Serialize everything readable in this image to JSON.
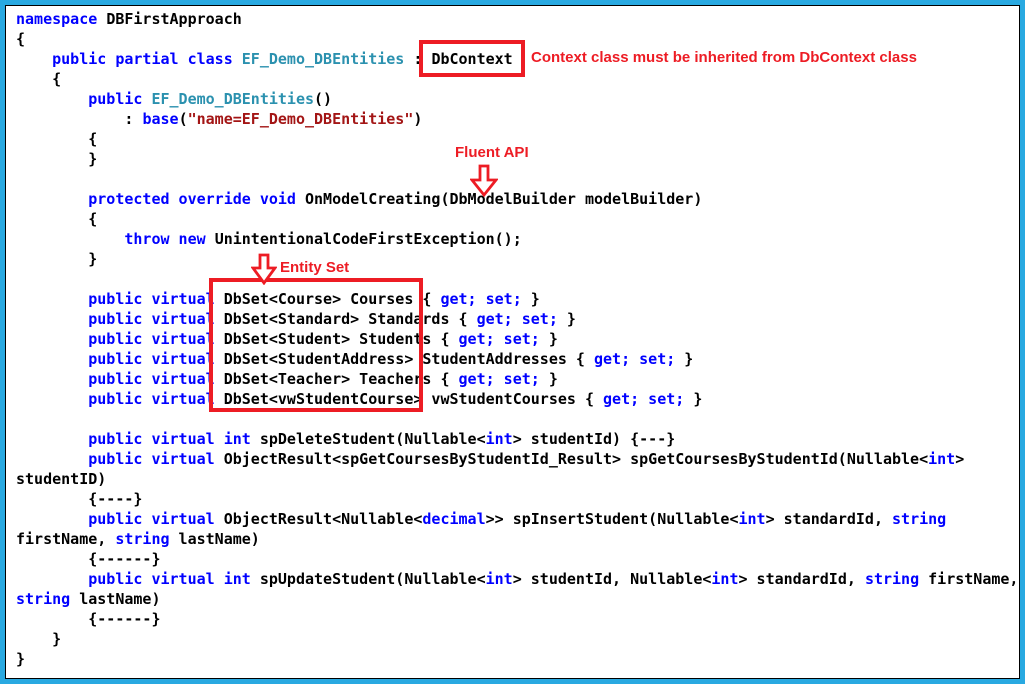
{
  "colors": {
    "frame_border": "#29a9e1",
    "keyword_blue": "#0000ff",
    "user_type_teal": "#2b91af",
    "string_darkred": "#a31515",
    "plain_black": "#000000",
    "annotation_red": "#ed1c24"
  },
  "annotations": {
    "dbcontext_note": "Context class must be inherited from DbContext class",
    "fluent_api_label": "Fluent API",
    "entity_set_label": "Entity Set"
  },
  "code": {
    "language": "csharp",
    "lines": [
      [
        {
          "t": "namespace ",
          "c": "k"
        },
        {
          "t": "DBFirstApproach",
          "c": "p"
        }
      ],
      [
        {
          "t": "{",
          "c": "p"
        }
      ],
      [
        {
          "t": "    ",
          "c": "p"
        },
        {
          "t": "public partial class ",
          "c": "k"
        },
        {
          "t": "EF_Demo_DBEntities",
          "c": "t"
        },
        {
          "t": " : ",
          "c": "p"
        },
        {
          "t": "DbContext",
          "c": "p"
        }
      ],
      [
        {
          "t": "    {",
          "c": "p"
        }
      ],
      [
        {
          "t": "        ",
          "c": "p"
        },
        {
          "t": "public ",
          "c": "k"
        },
        {
          "t": "EF_Demo_DBEntities",
          "c": "t"
        },
        {
          "t": "()",
          "c": "p"
        }
      ],
      [
        {
          "t": "            : ",
          "c": "p"
        },
        {
          "t": "base",
          "c": "k"
        },
        {
          "t": "(",
          "c": "p"
        },
        {
          "t": "\"name=EF_Demo_DBEntities\"",
          "c": "s"
        },
        {
          "t": ")",
          "c": "p"
        }
      ],
      [
        {
          "t": "        {",
          "c": "p"
        }
      ],
      [
        {
          "t": "        }",
          "c": "p"
        }
      ],
      [],
      [
        {
          "t": "        ",
          "c": "p"
        },
        {
          "t": "protected override void ",
          "c": "k"
        },
        {
          "t": "OnModelCreating(DbModelBuilder modelBuilder)",
          "c": "p"
        }
      ],
      [
        {
          "t": "        {",
          "c": "p"
        }
      ],
      [
        {
          "t": "            ",
          "c": "p"
        },
        {
          "t": "throw new ",
          "c": "k"
        },
        {
          "t": "UnintentionalCodeFirstException();",
          "c": "p"
        }
      ],
      [
        {
          "t": "        }",
          "c": "p"
        }
      ],
      [],
      [
        {
          "t": "        ",
          "c": "p"
        },
        {
          "t": "public virtual ",
          "c": "k"
        },
        {
          "t": "DbSet<Course> Courses { ",
          "c": "p"
        },
        {
          "t": "get; set;",
          "c": "k"
        },
        {
          "t": " }",
          "c": "p"
        }
      ],
      [
        {
          "t": "        ",
          "c": "p"
        },
        {
          "t": "public virtual ",
          "c": "k"
        },
        {
          "t": "DbSet<Standard> Standards { ",
          "c": "p"
        },
        {
          "t": "get; set;",
          "c": "k"
        },
        {
          "t": " }",
          "c": "p"
        }
      ],
      [
        {
          "t": "        ",
          "c": "p"
        },
        {
          "t": "public virtual ",
          "c": "k"
        },
        {
          "t": "DbSet<Student> Students { ",
          "c": "p"
        },
        {
          "t": "get; set;",
          "c": "k"
        },
        {
          "t": " }",
          "c": "p"
        }
      ],
      [
        {
          "t": "        ",
          "c": "p"
        },
        {
          "t": "public virtual ",
          "c": "k"
        },
        {
          "t": "DbSet<StudentAddress> StudentAddresses { ",
          "c": "p"
        },
        {
          "t": "get; set;",
          "c": "k"
        },
        {
          "t": " }",
          "c": "p"
        }
      ],
      [
        {
          "t": "        ",
          "c": "p"
        },
        {
          "t": "public virtual ",
          "c": "k"
        },
        {
          "t": "DbSet<Teacher> Teachers { ",
          "c": "p"
        },
        {
          "t": "get; set;",
          "c": "k"
        },
        {
          "t": " }",
          "c": "p"
        }
      ],
      [
        {
          "t": "        ",
          "c": "p"
        },
        {
          "t": "public virtual ",
          "c": "k"
        },
        {
          "t": "DbSet<vwStudentCourse> vwStudentCourses { ",
          "c": "p"
        },
        {
          "t": "get; set;",
          "c": "k"
        },
        {
          "t": " }",
          "c": "p"
        }
      ],
      [],
      [
        {
          "t": "        ",
          "c": "p"
        },
        {
          "t": "public virtual int ",
          "c": "k"
        },
        {
          "t": "spDeleteStudent(Nullable<",
          "c": "p"
        },
        {
          "t": "int",
          "c": "k"
        },
        {
          "t": "> studentId) {---}",
          "c": "p"
        }
      ],
      [
        {
          "t": "        ",
          "c": "p"
        },
        {
          "t": "public virtual ",
          "c": "k"
        },
        {
          "t": "ObjectResult<spGetCoursesByStudentId_Result> spGetCoursesByStudentId(Nullable<",
          "c": "p"
        },
        {
          "t": "int",
          "c": "k"
        },
        {
          "t": ">",
          "c": "p"
        }
      ],
      [
        {
          "t": "studentID)",
          "c": "p"
        }
      ],
      [
        {
          "t": "        {----}",
          "c": "p"
        }
      ],
      [
        {
          "t": "        ",
          "c": "p"
        },
        {
          "t": "public virtual ",
          "c": "k"
        },
        {
          "t": "ObjectResult<Nullable<",
          "c": "p"
        },
        {
          "t": "decimal",
          "c": "k"
        },
        {
          "t": ">> spInsertStudent(Nullable<",
          "c": "p"
        },
        {
          "t": "int",
          "c": "k"
        },
        {
          "t": "> standardId, ",
          "c": "p"
        },
        {
          "t": "string",
          "c": "k"
        }
      ],
      [
        {
          "t": "firstName, ",
          "c": "p"
        },
        {
          "t": "string",
          "c": "k"
        },
        {
          "t": " lastName)",
          "c": "p"
        }
      ],
      [
        {
          "t": "        {------}",
          "c": "p"
        }
      ],
      [
        {
          "t": "        ",
          "c": "p"
        },
        {
          "t": "public virtual int ",
          "c": "k"
        },
        {
          "t": "spUpdateStudent(Nullable<",
          "c": "p"
        },
        {
          "t": "int",
          "c": "k"
        },
        {
          "t": "> studentId, Nullable<",
          "c": "p"
        },
        {
          "t": "int",
          "c": "k"
        },
        {
          "t": "> standardId, ",
          "c": "p"
        },
        {
          "t": "string",
          "c": "k"
        },
        {
          "t": " firstName,",
          "c": "p"
        }
      ],
      [
        {
          "t": "string",
          "c": "k"
        },
        {
          "t": " lastName)",
          "c": "p"
        }
      ],
      [
        {
          "t": "        {------}",
          "c": "p"
        }
      ],
      [
        {
          "t": "    }",
          "c": "p"
        }
      ],
      [
        {
          "t": "}",
          "c": "p"
        }
      ]
    ]
  }
}
